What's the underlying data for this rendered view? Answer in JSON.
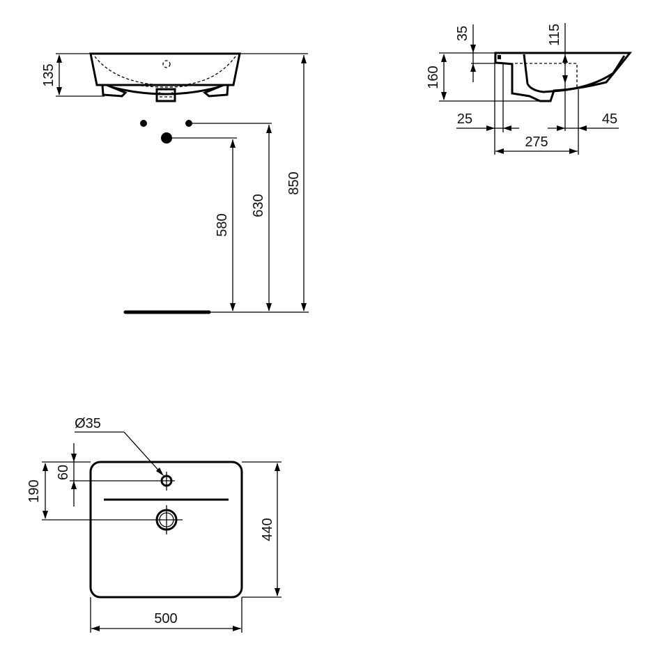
{
  "drawing": {
    "type": "technical-drawing",
    "subject": "washbasin",
    "units": "mm",
    "colors": {
      "line": "#000000",
      "background": "#ffffff"
    }
  },
  "front_view": {
    "dimensions": {
      "basin_height": "135",
      "waste_height": "580",
      "supply_height": "630",
      "rim_height": "850"
    }
  },
  "side_view": {
    "dimensions": {
      "overflow_depth": "35",
      "bowl_depth": "115",
      "total_height": "160",
      "wall_offset": "25",
      "waste_offset": "45",
      "projection": "275"
    }
  },
  "plan_view": {
    "dimensions": {
      "tap_hole_diameter": "Ø35",
      "tap_hole_from_back": "60",
      "waste_from_back": "190",
      "depth": "440",
      "width": "500"
    }
  }
}
